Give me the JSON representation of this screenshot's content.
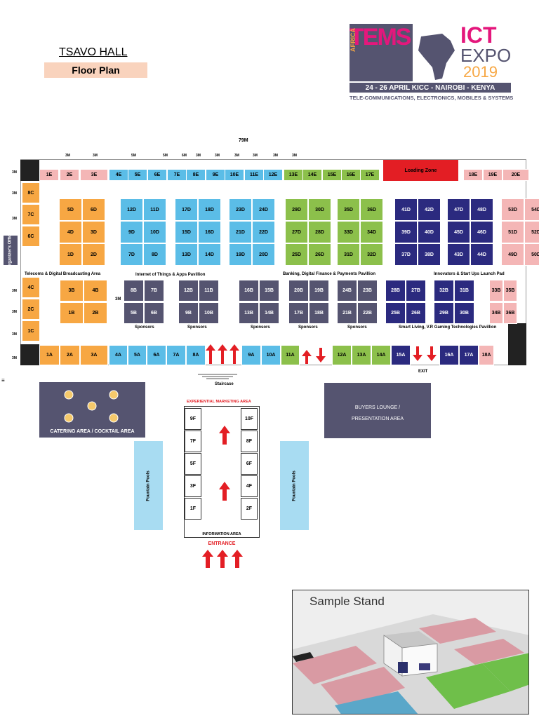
{
  "header": {
    "hall": "TSAVO HALL",
    "subtitle": "Floor Plan",
    "logo_text_tems": "TEMS",
    "logo_text_africa": "AFRICA",
    "logo_text_ict": "ICT",
    "logo_text_expo": "EXPO",
    "logo_year": "2019",
    "event_dates": "24 - 26 APRIL  KICC - NAIROBI - KENYA",
    "tagline": "TELE-COMMUNICATIONS, ELECTRONICS, MOBILES & SYSTEMS"
  },
  "dimensions": {
    "width_total": "79M",
    "row_labels": [
      "3M",
      "3M",
      "5M",
      "5M",
      "6M",
      "3M",
      "3M",
      "3M",
      "3M",
      "3M",
      "3M"
    ],
    "side_labels": [
      "3M",
      "3M",
      "3M",
      "3M",
      "3M",
      "3M",
      "3M",
      "3M"
    ],
    "mid_3m": "3M",
    "left_mark": "≡"
  },
  "colors": {
    "pink": "#f4b6b6",
    "blue": "#5bbde7",
    "green": "#8cc04b",
    "orange": "#f7a743",
    "navy": "#2b2a7f",
    "gray": "#555470",
    "red": "#e31e24",
    "black": "#222222",
    "light_blue": "#a8dcf2"
  },
  "stands": {
    "top_row": [
      "1E",
      "2E",
      "3E",
      "4E",
      "5E",
      "6E",
      "7E",
      "8E",
      "9E",
      "10E",
      "11E",
      "12E",
      "13E",
      "14E",
      "15E",
      "16E",
      "17E",
      "18E",
      "19E",
      "20E"
    ],
    "loading_zone": "Loading Zone",
    "left_column": [
      "8C",
      "7C",
      "6C",
      "4C",
      "2C",
      "1C"
    ],
    "d_orange": [
      "5D",
      "6D",
      "4D",
      "3D",
      "1D",
      "2D"
    ],
    "d_blue1": [
      "12D",
      "11D",
      "9D",
      "10D",
      "7D",
      "8D"
    ],
    "d_blue2": [
      "17D",
      "18D",
      "15D",
      "16D",
      "13D",
      "14D"
    ],
    "d_blue3": [
      "23D",
      "24D",
      "21D",
      "22D",
      "19D",
      "20D"
    ],
    "d_green1": [
      "29D",
      "30D",
      "27D",
      "28D",
      "25D",
      "26D"
    ],
    "d_green2": [
      "35D",
      "36D",
      "33D",
      "34D",
      "31D",
      "32D"
    ],
    "d_navy1": [
      "41D",
      "42D",
      "39D",
      "40D",
      "37D",
      "38D"
    ],
    "d_navy2": [
      "47D",
      "48D",
      "45D",
      "46D",
      "43D",
      "44D"
    ],
    "d_pink": [
      "53D",
      "54D",
      "51D",
      "52D",
      "49D",
      "50D"
    ],
    "b_orange": [
      "3B",
      "4B",
      "1B",
      "2B"
    ],
    "b_gray1": [
      "8B",
      "7B",
      "5B",
      "6B"
    ],
    "b_gray2": [
      "12B",
      "11B",
      "9B",
      "10B"
    ],
    "b_gray3": [
      "16B",
      "15B",
      "13B",
      "14B"
    ],
    "b_gray4": [
      "20B",
      "19B",
      "17B",
      "18B"
    ],
    "b_gray5": [
      "24B",
      "23B",
      "21B",
      "22B"
    ],
    "b_navy1": [
      "28B",
      "27B",
      "25B",
      "26B"
    ],
    "b_navy2": [
      "32B",
      "31B",
      "29B",
      "30B"
    ],
    "b_pink": [
      "33B",
      "35B",
      "34B",
      "36B"
    ],
    "bottom_row": [
      "1A",
      "2A",
      "3A",
      "4A",
      "5A",
      "6A",
      "7A",
      "8A",
      "9A",
      "10A",
      "11A",
      "12A",
      "13A",
      "14A",
      "15A",
      "16A",
      "17A",
      "18A"
    ],
    "f_left": [
      "9F",
      "7F",
      "5F",
      "3F",
      "1F"
    ],
    "f_right": [
      "10F",
      "8F",
      "6F",
      "4F",
      "2F"
    ]
  },
  "pavilions": {
    "telecoms": "Telecoms & Digital Broadcasting Area",
    "iot": "Internet of Things & Apps Pavillion",
    "banking": "Banking, Digital Finance & Payments Pavillion",
    "innovators": "Innovators & Start Ups Launch Pad",
    "smart_living": "Smart Living, V.R Gaming Technologies Pavillion",
    "sponsors": "Sponsors",
    "organizers": "Organizer's Office"
  },
  "areas": {
    "staircase": "Staircase",
    "exit": "EXIT",
    "catering": "CATERING AREA / COCKTAIL AREA",
    "buyers_lounge": "BUYERS LOUNGE /",
    "presentation": "PRESENTATION AREA",
    "experiential": "EXPERIENTIAL MARKETING AREA",
    "information": "INFORMATION AREA",
    "entrance": "ENTRANCE",
    "fountain": "Fountain Pools"
  },
  "sample": {
    "title": "Sample Stand"
  }
}
